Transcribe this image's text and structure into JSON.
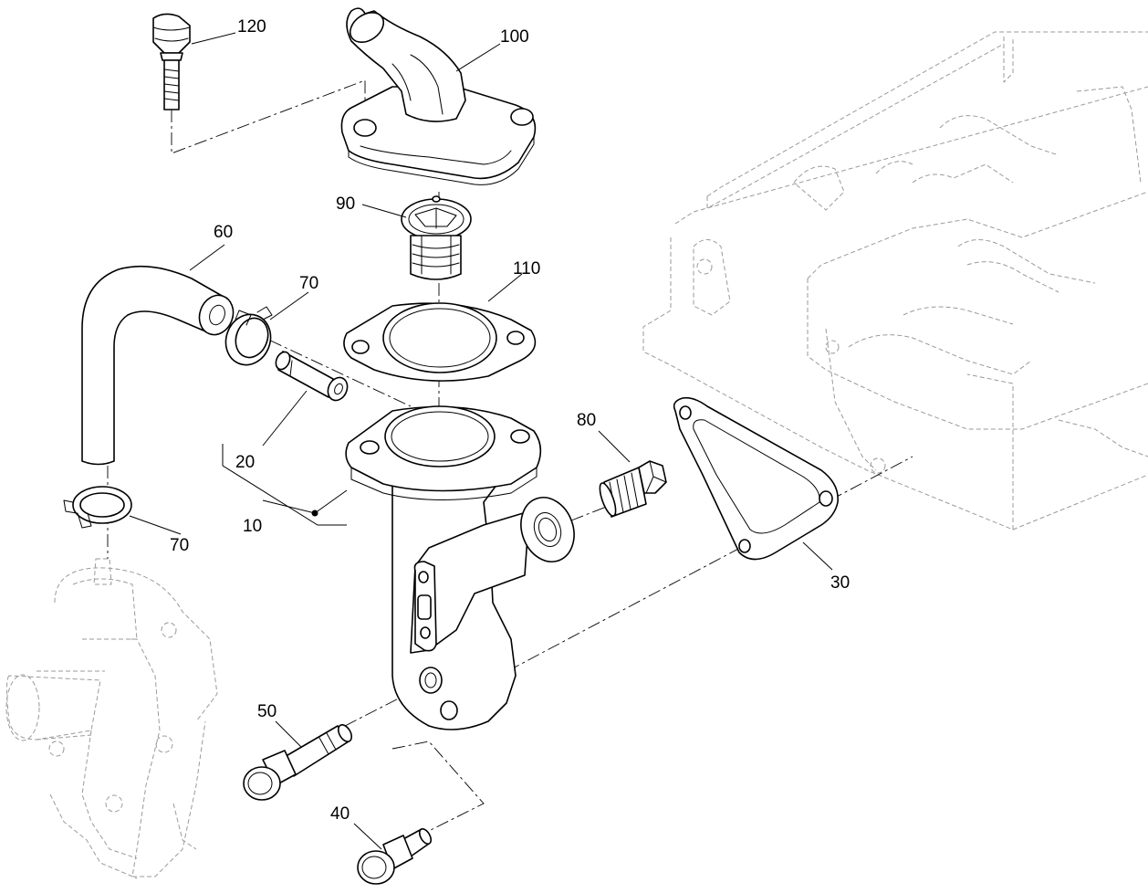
{
  "callouts": {
    "p120": "120",
    "p100": "100",
    "p90": "90",
    "p60": "60",
    "p70a": "70",
    "p110": "110",
    "p20": "20",
    "p10": "10",
    "p80": "80",
    "p70b": "70",
    "p30": "30",
    "p50": "50",
    "p40": "40"
  }
}
